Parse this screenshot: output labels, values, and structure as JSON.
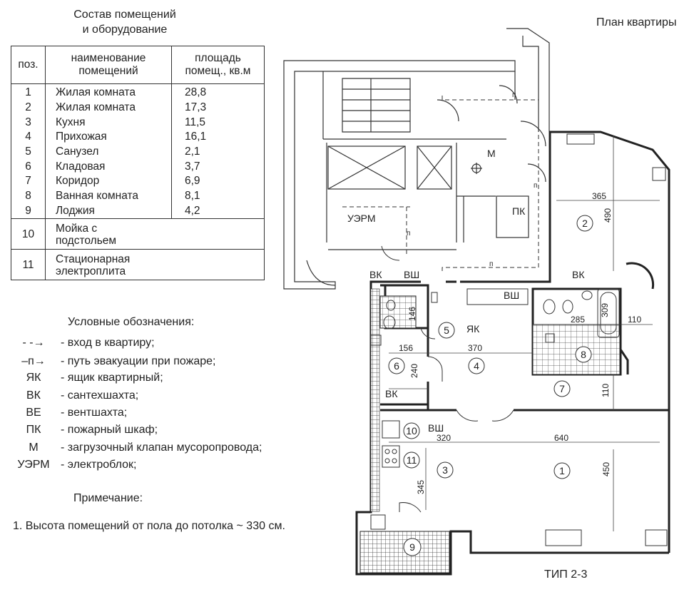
{
  "rooms": {
    "title_line1": "Состав помещений",
    "title_line2": "и оборудование",
    "headers": {
      "pos": "поз.",
      "name_line1": "наименование",
      "name_line2": "помещений",
      "area_line1": "площадь",
      "area_line2": "помещ., кв.м"
    },
    "rows": [
      {
        "num": "1",
        "name": "Жилая комната",
        "area": "28,8"
      },
      {
        "num": "2",
        "name": "Жилая комната",
        "area": "17,3"
      },
      {
        "num": "3",
        "name": "Кухня",
        "area": "11,5"
      },
      {
        "num": "4",
        "name": "Прихожая",
        "area": "16,1"
      },
      {
        "num": "5",
        "name": "Санузел",
        "area": "2,1"
      },
      {
        "num": "6",
        "name": "Кладовая",
        "area": "3,7"
      },
      {
        "num": "7",
        "name": "Коридор",
        "area": "6,9"
      },
      {
        "num": "8",
        "name": "Ванная комната",
        "area": "8,1"
      },
      {
        "num": "9",
        "name": "Лоджия",
        "area": "4,2"
      }
    ],
    "wide_rows": [
      {
        "num": "10",
        "line1": "Мойка с",
        "line2": "подстольем"
      },
      {
        "num": "11",
        "line1": "Стационарная",
        "line2": "электроплита"
      }
    ]
  },
  "legend": {
    "title": "Условные обозначения:",
    "items": [
      {
        "sym": "- -→",
        "desc": "- вход в квартиру;"
      },
      {
        "sym": "–п→",
        "desc": "- путь эвакуации при пожаре;"
      },
      {
        "sym": "ЯК",
        "desc": "- ящик квартирный;"
      },
      {
        "sym": "ВК",
        "desc": "- сантехшахта;"
      },
      {
        "sym": "ВЕ",
        "desc": "- вентшахта;"
      },
      {
        "sym": "ПК",
        "desc": "- пожарный шкаф;"
      },
      {
        "sym": "М",
        "desc": "- загрузочный клапан мусоропровода;"
      },
      {
        "sym": "УЭРМ",
        "desc": "- электроблок;"
      }
    ]
  },
  "note": {
    "title": "Примечание:",
    "text": "1. Высота помещений от пола до потолка  ~ 330 см."
  },
  "plan": {
    "title": "План квартиры",
    "type_label": "ТИП 2-3",
    "room_numbers": [
      "1",
      "2",
      "3",
      "4",
      "5",
      "6",
      "7",
      "8",
      "9",
      "10",
      "11"
    ],
    "dimensions": {
      "d365": "365",
      "d490": "490",
      "d309": "309",
      "d110a": "110",
      "d285": "285",
      "d146": "146",
      "d156": "156",
      "d370": "370",
      "d240": "240",
      "d110b": "110",
      "d320": "320",
      "d640": "640",
      "d450": "450",
      "d345": "345"
    },
    "labels": {
      "yk": "ЯК",
      "vk1": "ВК",
      "vsh1": "ВШ",
      "vk2": "ВК",
      "vsh2": "ВШ",
      "vk3": "ВК",
      "vsh3": "ВШ",
      "pk": "ПК",
      "uerm": "УЭРМ",
      "m": "М",
      "evac1": "п",
      "evac2": "п",
      "evac3": "п",
      "evac4": "п"
    }
  }
}
